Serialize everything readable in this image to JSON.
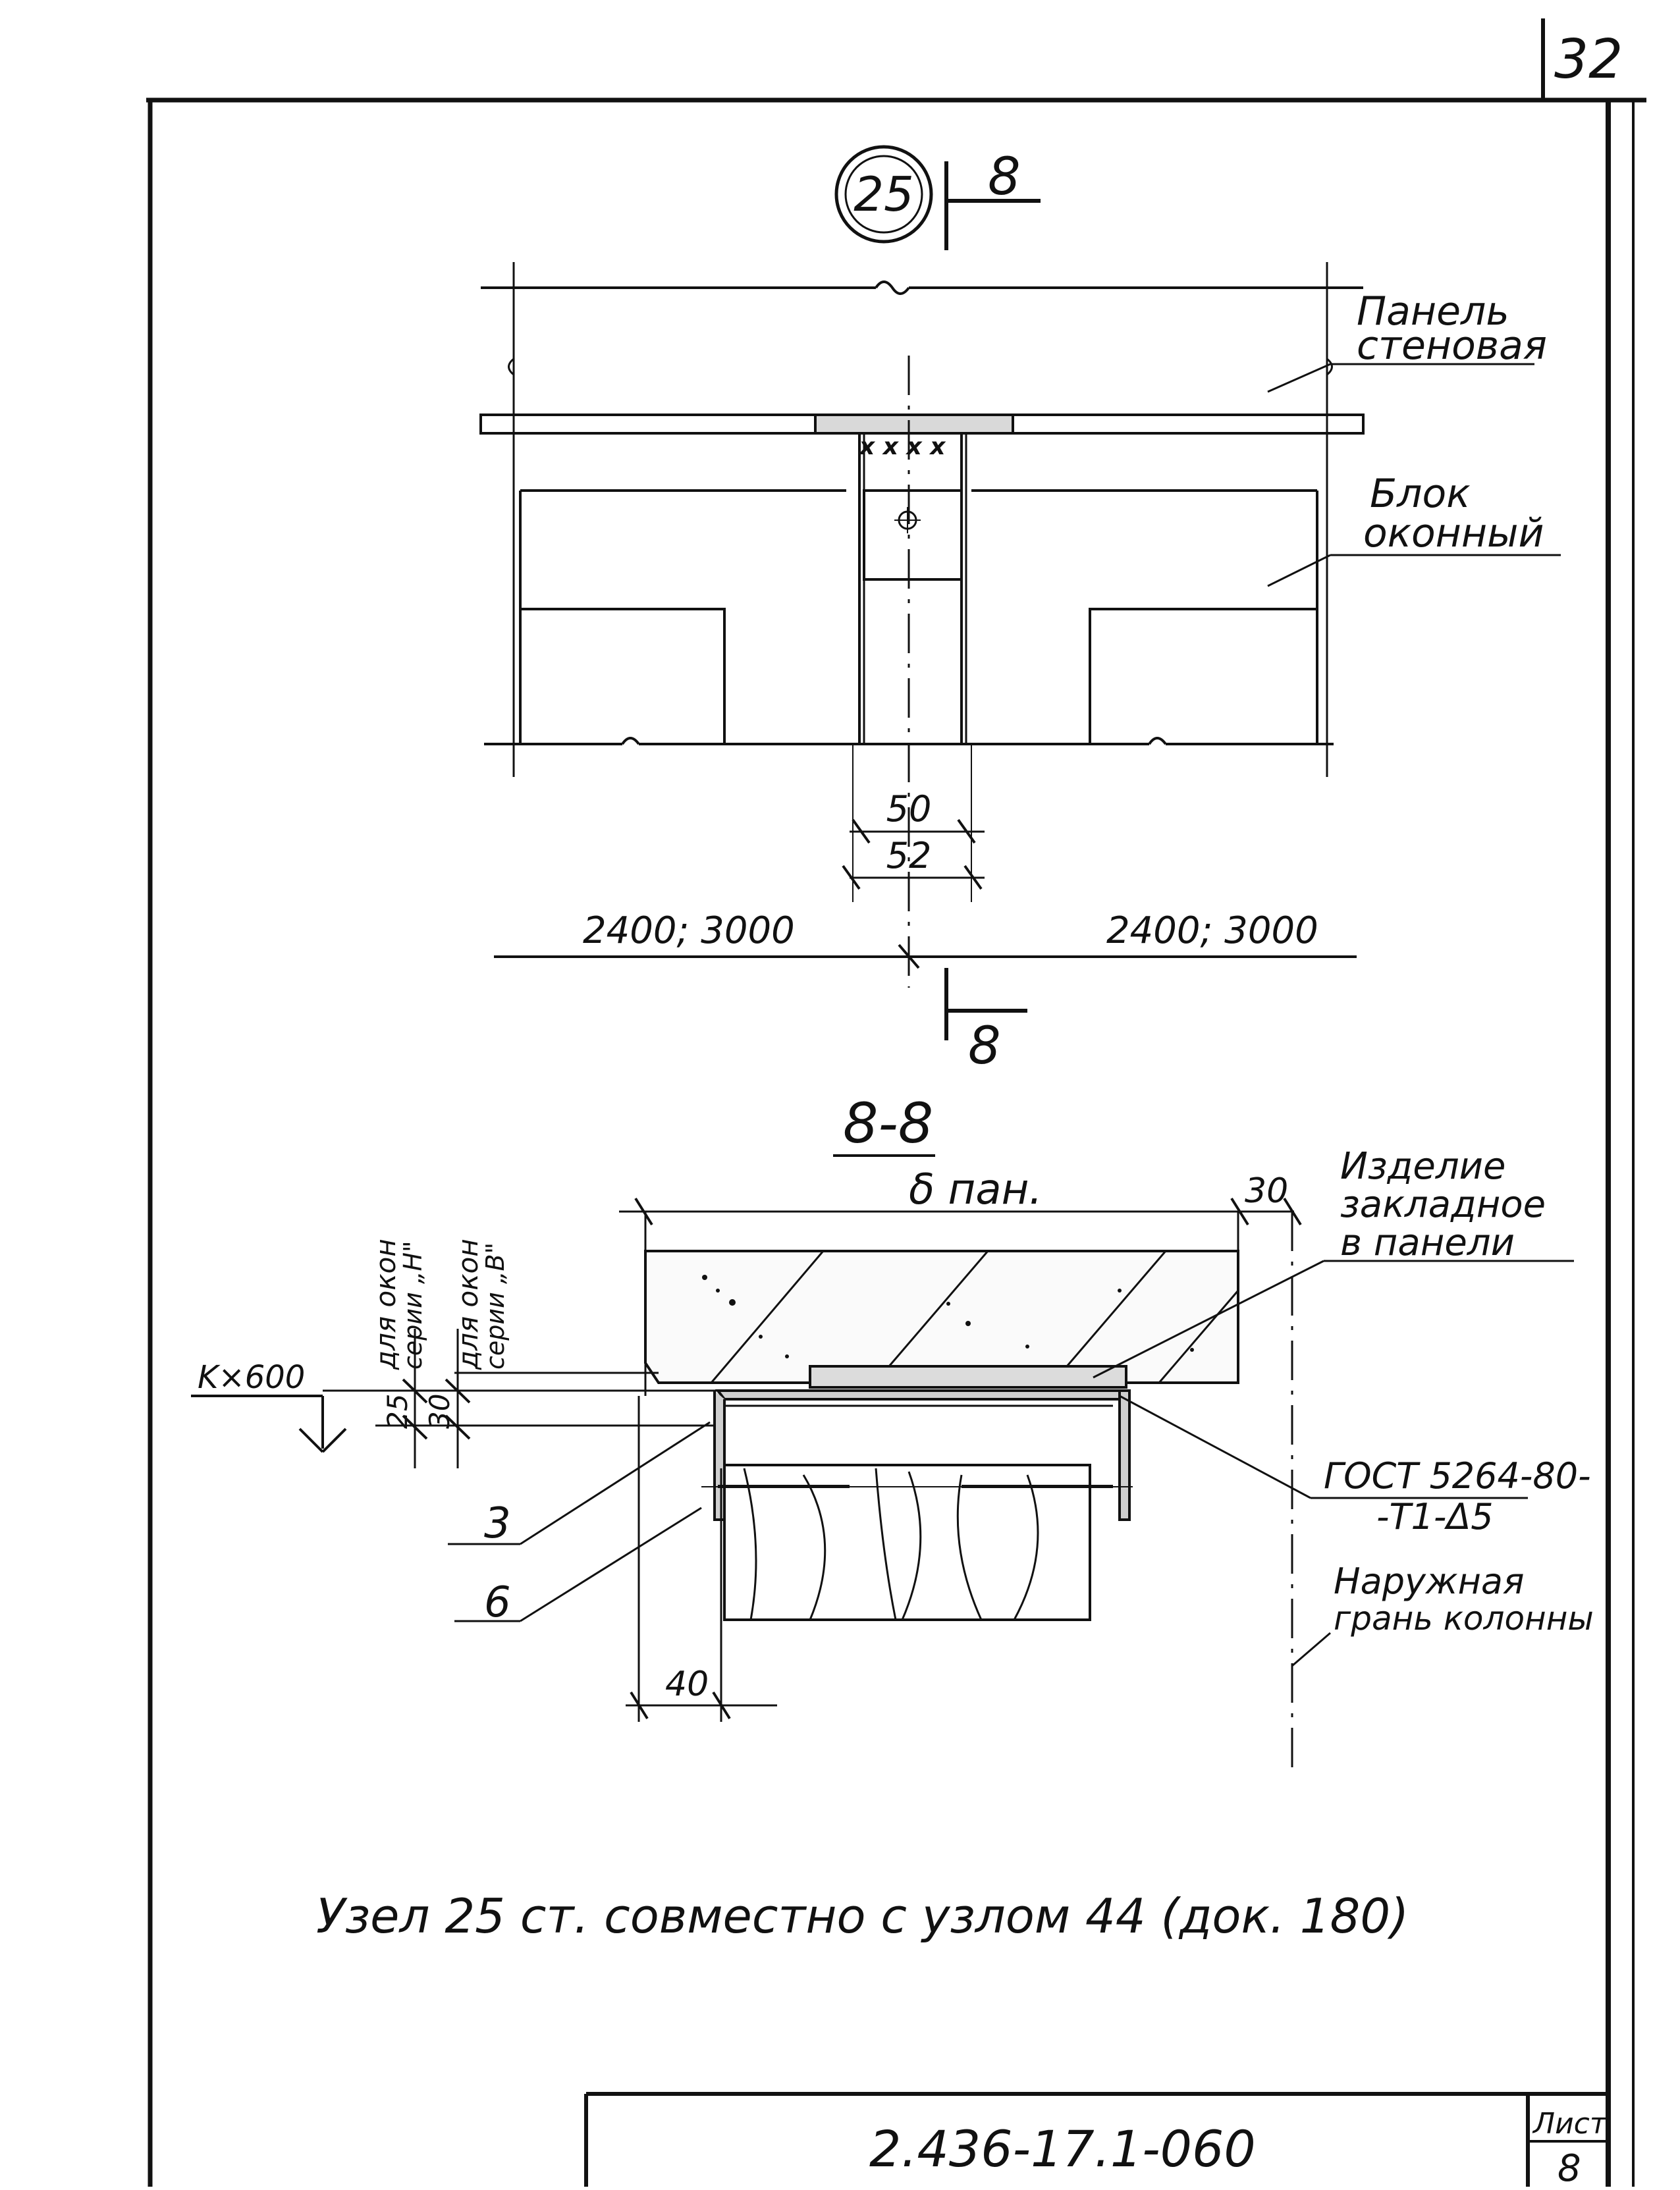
{
  "sheet": {
    "page_number": "32",
    "node_number": "25",
    "section_mark": "8",
    "section_title": "8-8",
    "footer_note": "Узел 25 ст. совместно с узлом 44 (док. 180)",
    "doc_code": "2.436-17.1-060",
    "sheet_label": "Лист",
    "sheet_number": "8"
  },
  "top_view": {
    "labels": {
      "wall_panel_line1": "Панель",
      "wall_panel_line2": "стеновая",
      "window_block_line1": "Блок",
      "window_block_line2": "оконный"
    },
    "dims": {
      "gap_inner": "50",
      "gap_outer": "52",
      "left_span": "2400; 3000",
      "right_span": "2400; 3000"
    }
  },
  "section_view": {
    "labels": {
      "panel_thickness": "δ пан.",
      "offset_30": "30",
      "embedded_line1": "Изделие",
      "embedded_line2": "закладное",
      "embedded_line3": "в панели",
      "gost_line1": "ГОСТ 5264-80-",
      "gost_line2": "-Т1-Δ5",
      "outer_face_line1": "Наружная",
      "outer_face_line2": "грань колонны",
      "level": "K×600",
      "dim_25": "25",
      "dim_30": "30",
      "rot_label_h_line1": "для окон",
      "rot_label_h_line2": "серии „Н\"",
      "rot_label_b_line1": "для окон",
      "rot_label_b_line2": "серии „В\"",
      "callout_3": "3",
      "callout_6": "6",
      "dim_40": "40"
    }
  }
}
